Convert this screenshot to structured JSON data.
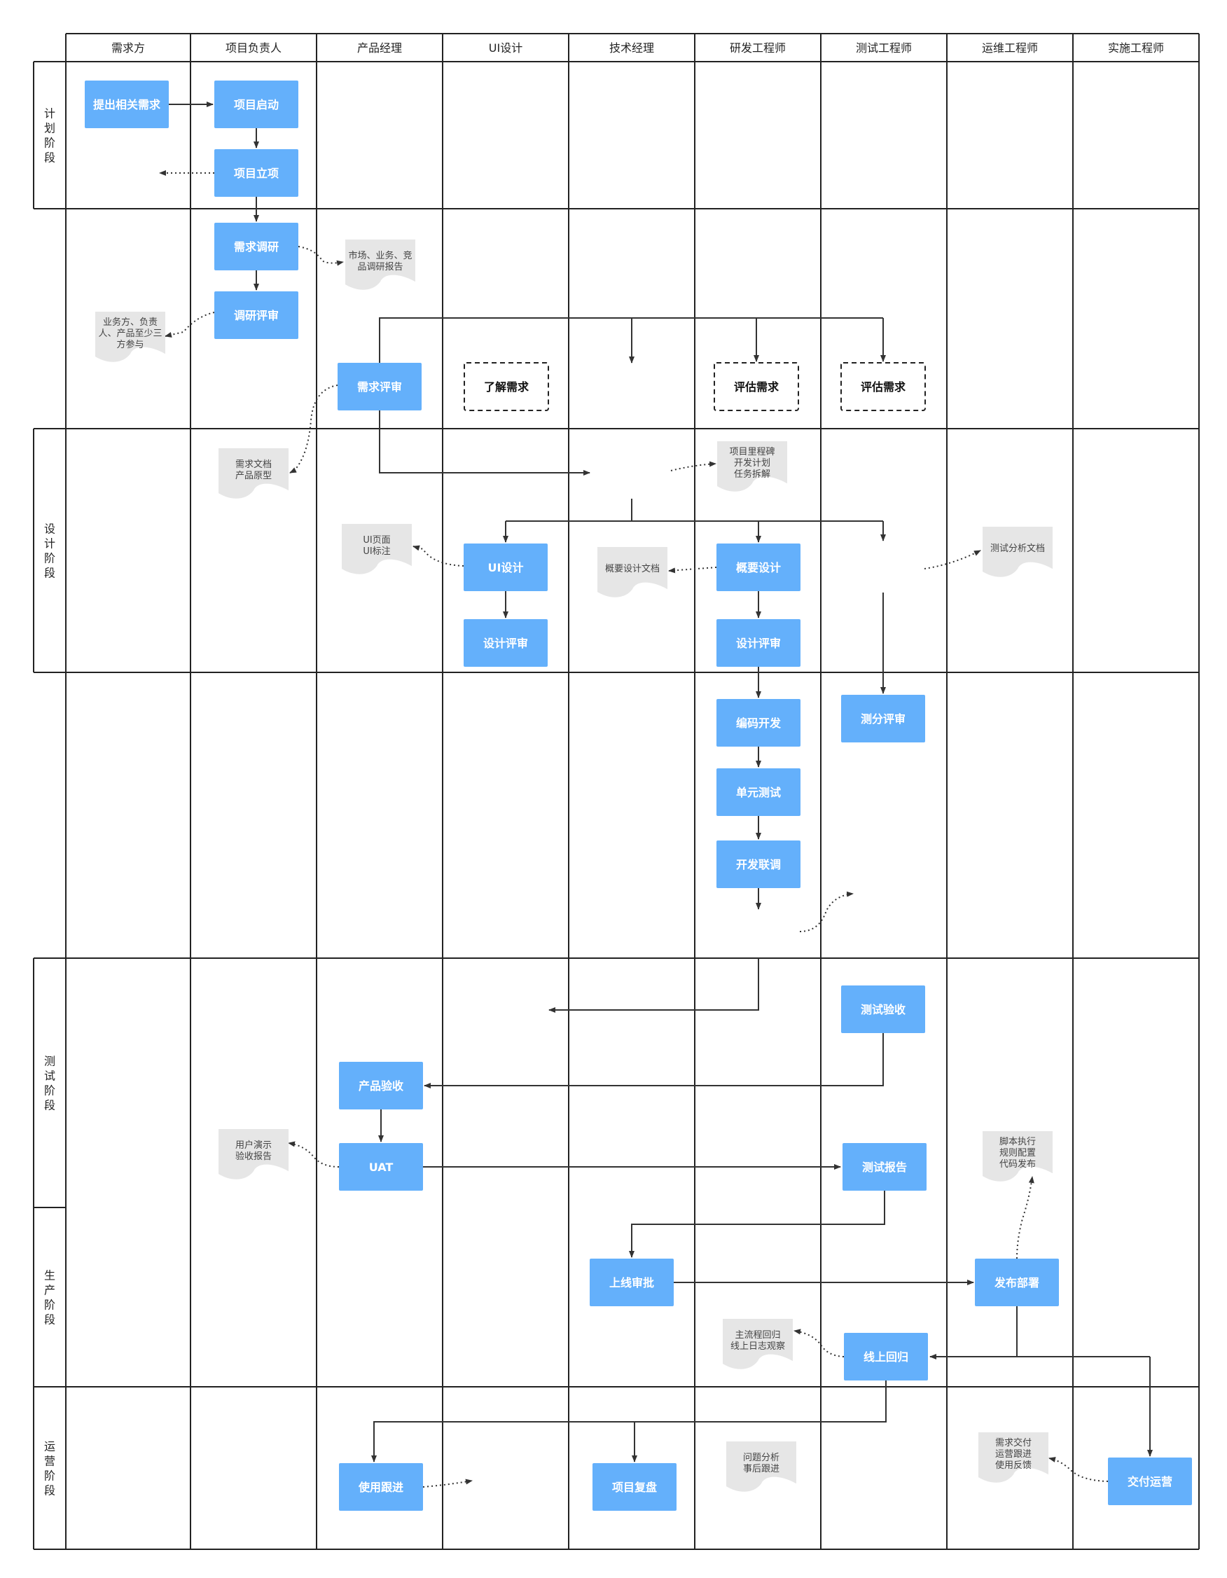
{
  "lanes": [
    "需求方",
    "项目负责人",
    "产品经理",
    "UI设计",
    "技术经理",
    "研发工程师",
    "测试工程师",
    "运维工程师",
    "实施工程师"
  ],
  "phases": [
    {
      "id": "plan",
      "label": "计划阶段"
    },
    {
      "id": "design",
      "label": "设计阶段"
    },
    {
      "id": "test",
      "label": "测试阶段"
    },
    {
      "id": "prod",
      "label": "生产阶段"
    },
    {
      "id": "ops",
      "label": "运营阶段"
    }
  ],
  "nodes": [
    {
      "id": "n1",
      "label": "提出相关需求",
      "kind": "process"
    },
    {
      "id": "n2",
      "label": "项目启动",
      "kind": "process"
    },
    {
      "id": "n3",
      "label": "项目立项",
      "kind": "process"
    },
    {
      "id": "n4",
      "label": "需求调研",
      "kind": "process"
    },
    {
      "id": "n5",
      "label": "调研评审",
      "kind": "process"
    },
    {
      "id": "n6",
      "label": "需求评审",
      "kind": "process"
    },
    {
      "id": "n7",
      "label": "了解需求",
      "kind": "dashed"
    },
    {
      "id": "n8",
      "label": "评估需求",
      "kind": "dashed"
    },
    {
      "id": "n9",
      "label": "评估需求",
      "kind": "dashed"
    },
    {
      "id": "n10",
      "label": "UI设计",
      "kind": "process"
    },
    {
      "id": "n11",
      "label": "设计评审",
      "kind": "process"
    },
    {
      "id": "n12",
      "label": "概要设计",
      "kind": "process"
    },
    {
      "id": "n13",
      "label": "设计评审",
      "kind": "process"
    },
    {
      "id": "n14",
      "label": "编码开发",
      "kind": "process"
    },
    {
      "id": "n15",
      "label": "单元测试",
      "kind": "process"
    },
    {
      "id": "n16",
      "label": "开发联调",
      "kind": "process"
    },
    {
      "id": "n17",
      "label": "测分评审",
      "kind": "process"
    },
    {
      "id": "n18",
      "label": "测试验收",
      "kind": "process"
    },
    {
      "id": "n19",
      "label": "产品验收",
      "kind": "process"
    },
    {
      "id": "n20",
      "label": "UAT",
      "kind": "process"
    },
    {
      "id": "n21",
      "label": "测试报告",
      "kind": "process"
    },
    {
      "id": "n22",
      "label": "上线审批",
      "kind": "process"
    },
    {
      "id": "n23",
      "label": "发布部署",
      "kind": "process"
    },
    {
      "id": "n24",
      "label": "线上回归",
      "kind": "process"
    },
    {
      "id": "n25",
      "label": "使用跟进",
      "kind": "process"
    },
    {
      "id": "n26",
      "label": "项目复盘",
      "kind": "process"
    },
    {
      "id": "n27",
      "label": "交付运营",
      "kind": "process"
    }
  ],
  "documents": [
    {
      "id": "d1",
      "lines": [
        "市场、业务、竞",
        "品调研报告"
      ]
    },
    {
      "id": "d2",
      "lines": [
        "业务方、负责",
        "人、产品至少三",
        "方参与"
      ]
    },
    {
      "id": "d3",
      "lines": [
        "需求文档",
        "产品原型"
      ]
    },
    {
      "id": "d4",
      "lines": [
        "项目里程碑",
        "开发计划",
        "任务拆解"
      ]
    },
    {
      "id": "d5",
      "lines": [
        "UI页面",
        "UI标注"
      ]
    },
    {
      "id": "d6",
      "lines": [
        "概要设计文档"
      ]
    },
    {
      "id": "d7",
      "lines": [
        "测试分析文档"
      ]
    },
    {
      "id": "d8",
      "lines": [
        "用户演示",
        "验收报告"
      ]
    },
    {
      "id": "d9",
      "lines": [
        "脚本执行",
        "规则配置",
        "代码发布"
      ]
    },
    {
      "id": "d10",
      "lines": [
        "主流程回归",
        "线上日志观察"
      ]
    },
    {
      "id": "d11",
      "lines": [
        "问题分析",
        "事后跟进"
      ]
    },
    {
      "id": "d12",
      "lines": [
        "需求交付",
        "运营跟进",
        "使用反馈"
      ]
    }
  ],
  "colors": {
    "process_fill": "#64b0fb",
    "process_text": "#ffffff",
    "doc_fill": "#e6e6e6",
    "doc_text": "#444444",
    "grid_line": "#222222",
    "arrow": "#333333"
  }
}
